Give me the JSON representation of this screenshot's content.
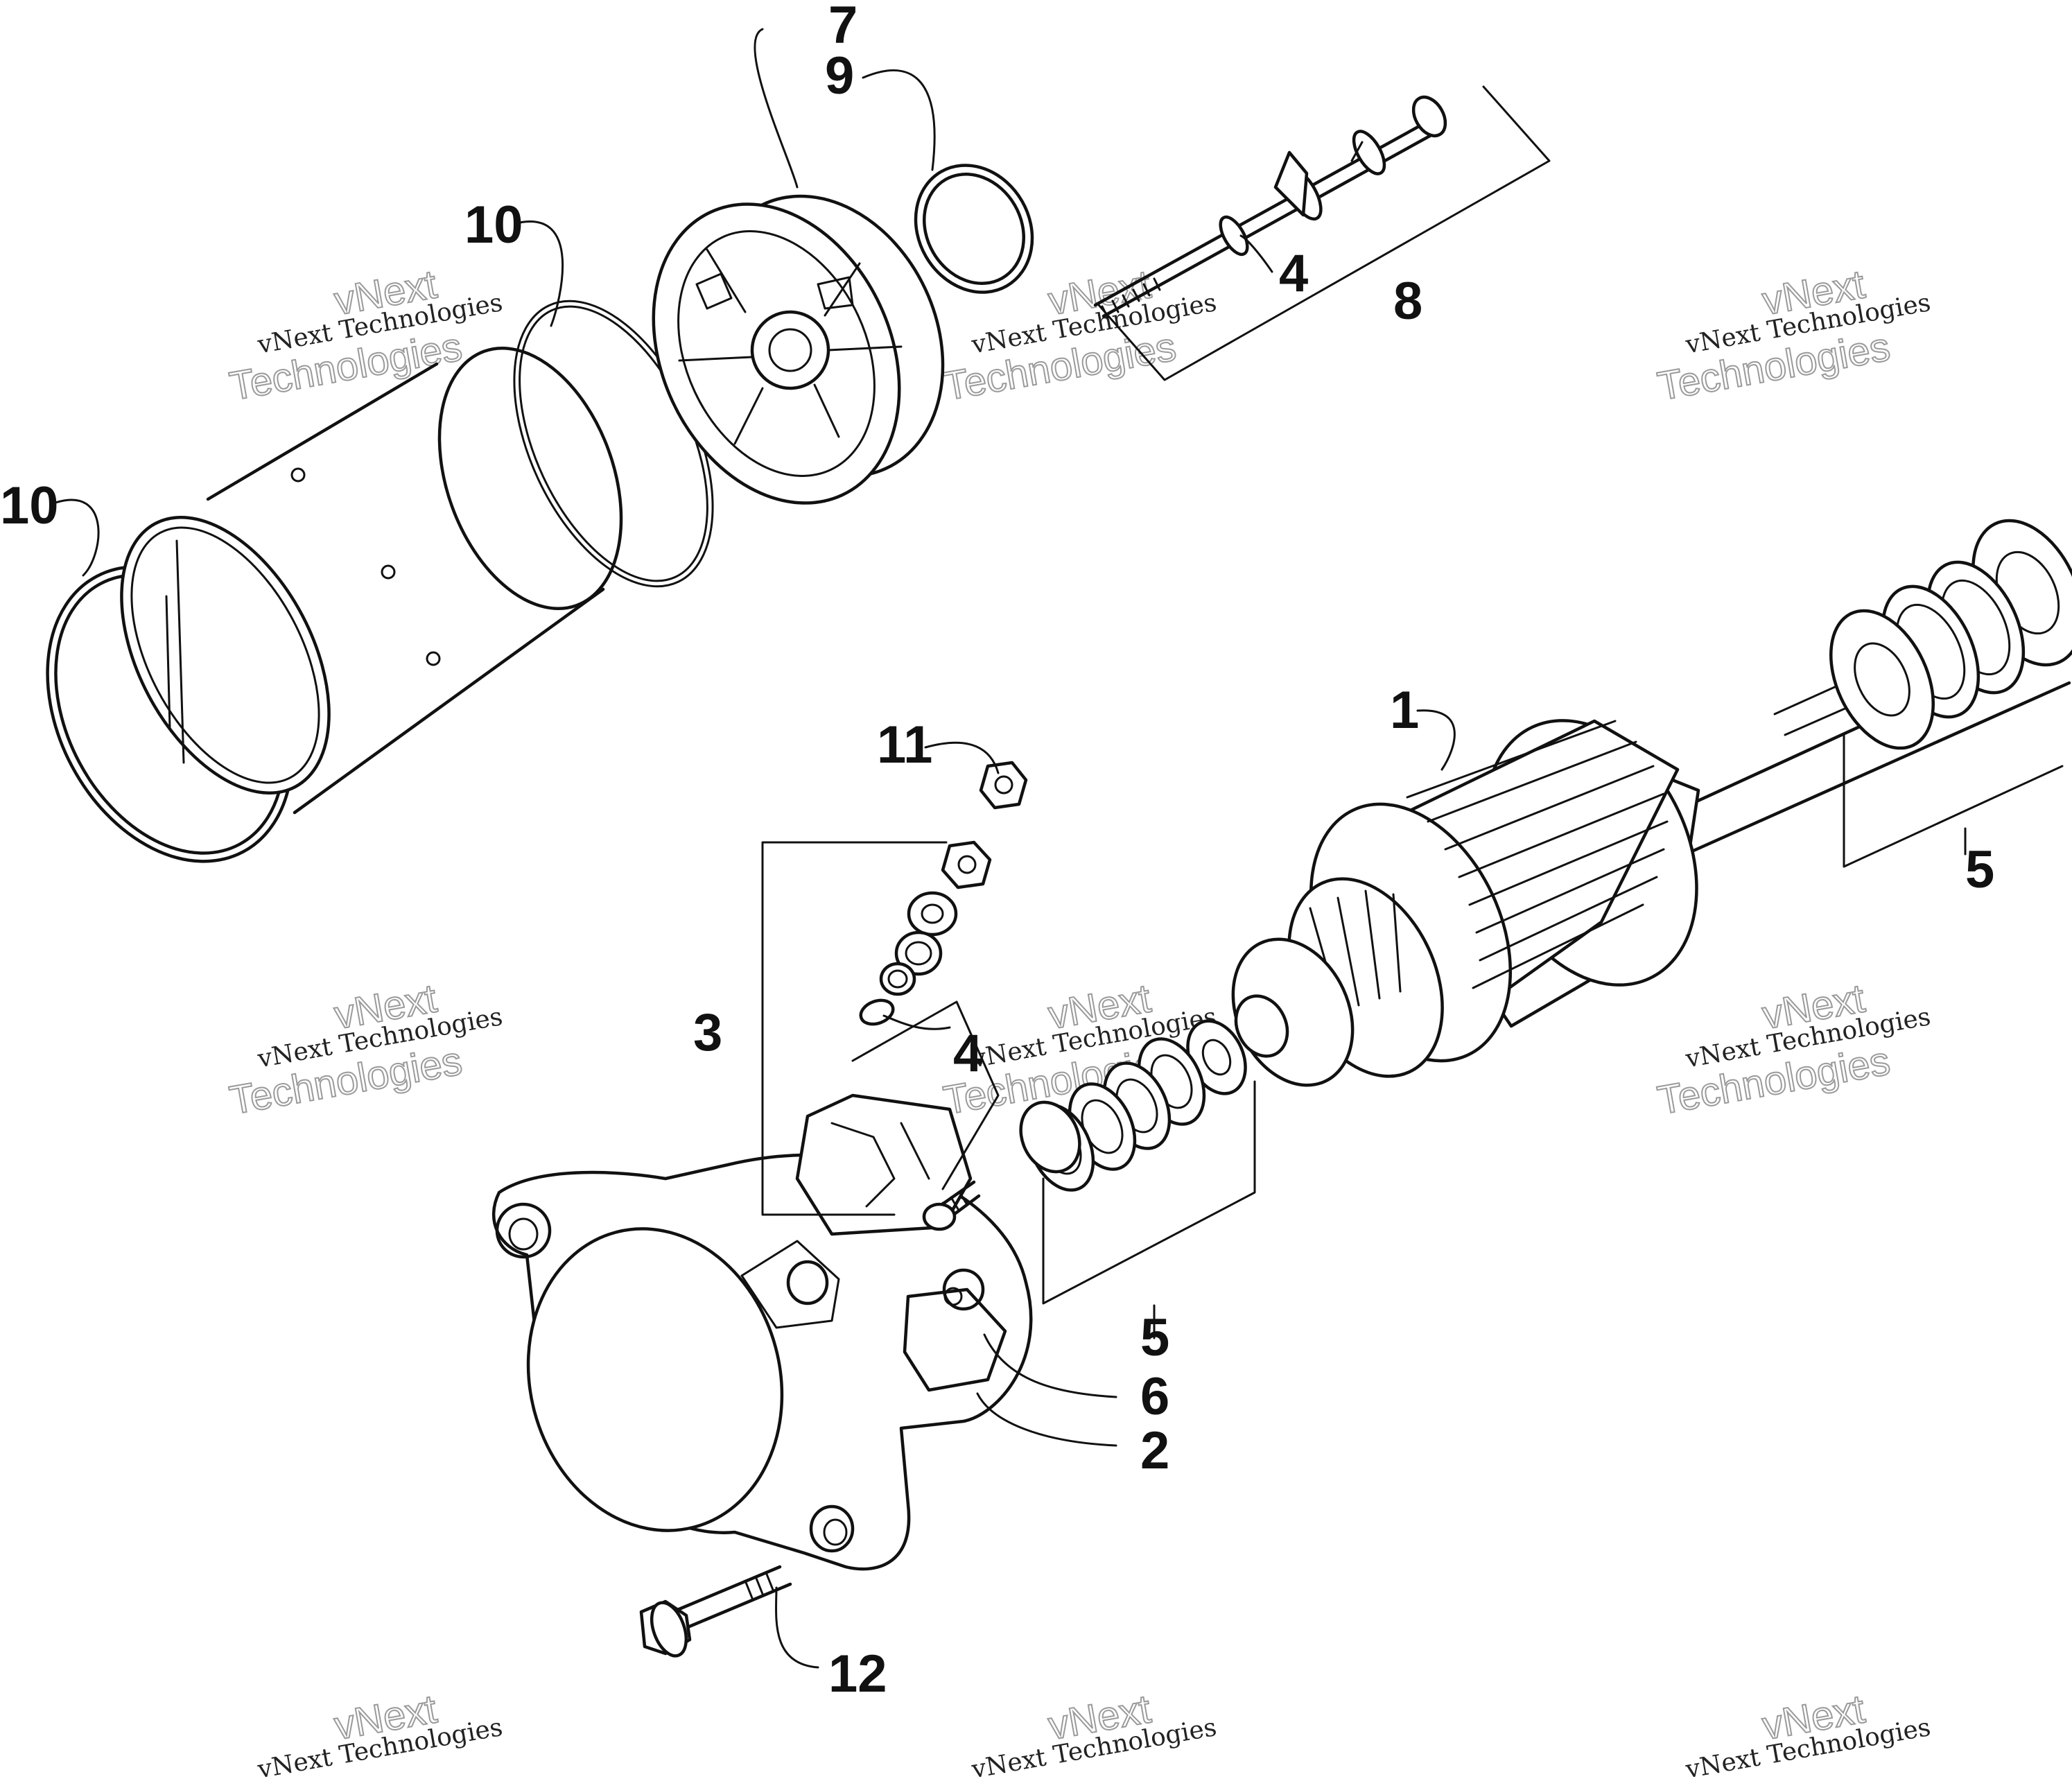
{
  "diagram": {
    "callouts": {
      "c1": "1",
      "c2": "2",
      "c3": "3",
      "c4a": "4",
      "c4b": "4",
      "c5a": "5",
      "c5b": "5",
      "c6": "6",
      "c7": "7",
      "c8": "8",
      "c9": "9",
      "c10a": "10",
      "c10b": "10",
      "c11": "11",
      "c12": "12"
    },
    "watermark": {
      "line1": "vNext Technologies",
      "line2": "vNext",
      "line3": "Technologies"
    }
  }
}
